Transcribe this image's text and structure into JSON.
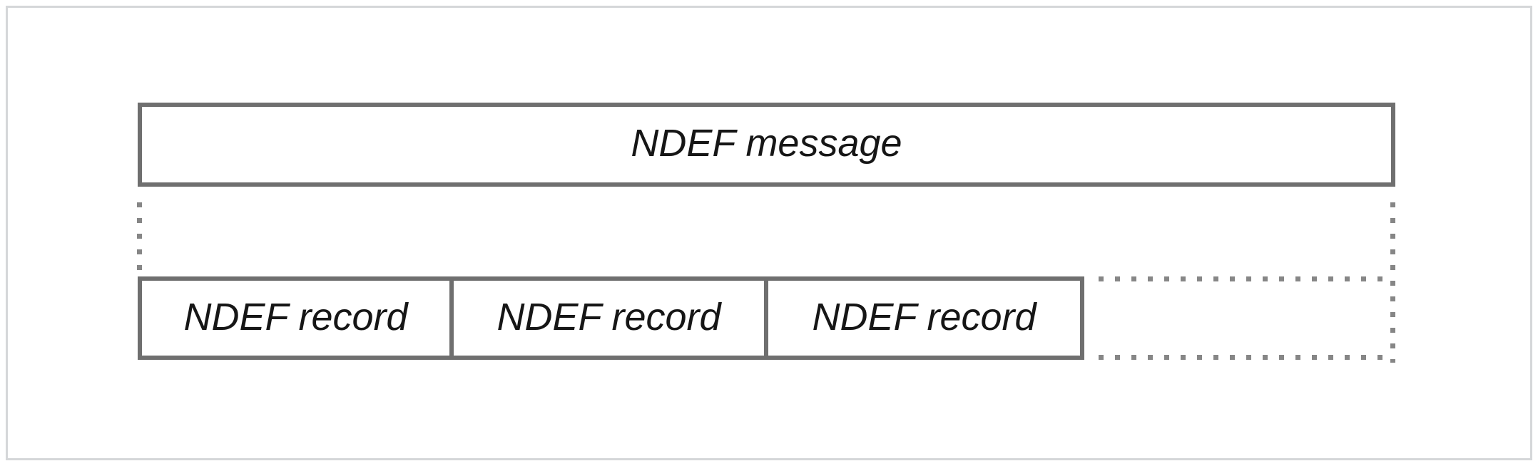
{
  "figure": {
    "message_box": {
      "label": "NDEF message"
    },
    "record_boxes": [
      {
        "label": "NDEF record"
      },
      {
        "label": "NDEF record"
      },
      {
        "label": "NDEF record"
      }
    ]
  },
  "colors": {
    "solid_border": "#6f6f6f",
    "dotted_line": "#868686",
    "outer_frame": "#d5d7d9",
    "text": "#161616",
    "background": "#ffffff"
  }
}
